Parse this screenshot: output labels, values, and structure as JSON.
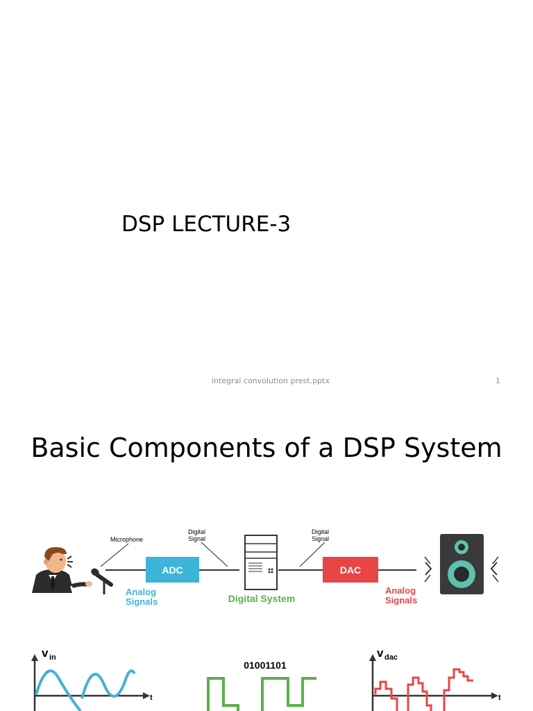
{
  "slide1": {
    "title": "DSP LECTURE-3",
    "footer": "integral convolution prest.pptx",
    "page_number": "1"
  },
  "slide2": {
    "title": "Basic Components of a DSP System",
    "diagram": {
      "microphone_label": "Microphone",
      "digital_signal_left": [
        "Digital",
        "Signal"
      ],
      "digital_signal_right": [
        "Digital",
        "Signal"
      ],
      "adc_label": "ADC",
      "dac_label": "DAC",
      "analog_left": [
        "Analog",
        "Signals"
      ],
      "analog_right": [
        "Analog",
        "Signals"
      ],
      "digital_system_label": "Digital System",
      "colors": {
        "adc": "#3db5d8",
        "dac": "#e84546",
        "digital": "#5ab14a"
      }
    },
    "graphs": {
      "vin_label": "v",
      "vin_sub": "in",
      "vdac_label": "v",
      "vdac_sub": "dac",
      "axis_t": "t",
      "bits": "01001101"
    }
  }
}
